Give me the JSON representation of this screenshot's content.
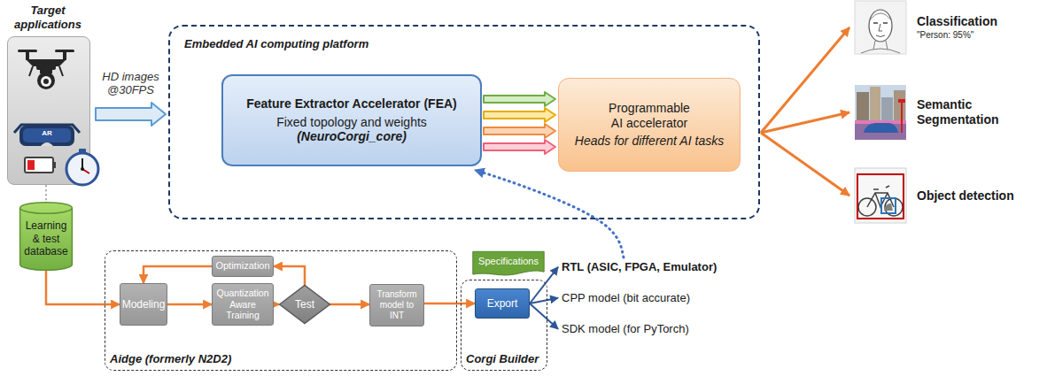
{
  "diagram": {
    "nodes": [
      {
        "text": [
          "Target applications"
        ]
      },
      {
        "text": [
          "Embedded AI computing platform"
        ]
      },
      {
        "text": [
          "Feature Extractor Accelerator (FEA)",
          "Fixed topology and weights",
          "(NeuroCorgi_core)"
        ],
        "in": 1
      },
      {
        "text": [
          "Programmable AI accelerator",
          "Heads for different AI tasks"
        ],
        "in": 1
      },
      {
        "text": [
          "Classification",
          "\"Person: 95%\""
        ]
      },
      {
        "text": [
          "Semantic Segmentation"
        ]
      },
      {
        "text": [
          "Object detection"
        ]
      },
      {
        "text": [
          "Learning & test database"
        ]
      },
      {
        "text": [
          "Aidge (formerly N2D2)"
        ]
      },
      {
        "text": [
          "Optimization"
        ],
        "in": 8
      },
      {
        "text": [
          "Modeling"
        ],
        "in": 8
      },
      {
        "text": [
          "Quantization Aware Training"
        ],
        "in": 8
      },
      {
        "text": [
          "Test"
        ],
        "in": 8
      },
      {
        "text": [
          "Transform model to INT"
        ],
        "in": 8
      },
      {
        "text": [
          "Specifications"
        ]
      },
      {
        "text": [
          "Corgi Builder"
        ]
      },
      {
        "text": [
          "Export"
        ],
        "in": 15
      },
      {
        "text": [
          "RTL (ASIC, FPGA, Emulator)"
        ]
      },
      {
        "text": [
          "CPP model (bit accurate)"
        ]
      },
      {
        "text": [
          "SDK model (for PyTorch)"
        ]
      }
    ],
    "edges": [
      {
        "from": 0,
        "to": 1,
        "label": "HD images @30FPS",
        "arrow": "to"
      },
      {
        "from": 2,
        "to": 3,
        "arrow": "to"
      },
      {
        "from": 2,
        "to": 3,
        "arrow": "to"
      },
      {
        "from": 2,
        "to": 3,
        "arrow": "to"
      },
      {
        "from": 2,
        "to": 3,
        "arrow": "to"
      },
      {
        "from": 1,
        "to": 4,
        "arrow": "to"
      },
      {
        "from": 1,
        "to": 5,
        "arrow": "to"
      },
      {
        "from": 1,
        "to": 6,
        "arrow": "to"
      },
      {
        "from": 0,
        "to": 7,
        "arrow": "none"
      },
      {
        "from": 7,
        "to": 10,
        "arrow": "to"
      },
      {
        "from": 10,
        "to": 11,
        "arrow": "to"
      },
      {
        "from": 11,
        "to": 12,
        "arrow": "to"
      },
      {
        "from": 12,
        "to": 9,
        "arrow": "to"
      },
      {
        "from": 9,
        "to": 10,
        "arrow": "to"
      },
      {
        "from": 12,
        "to": 13,
        "arrow": "to"
      },
      {
        "from": 13,
        "to": 16,
        "arrow": "to"
      },
      {
        "from": 16,
        "to": 17,
        "arrow": "to"
      },
      {
        "from": 16,
        "to": 18,
        "arrow": "to"
      },
      {
        "from": 16,
        "to": 19,
        "arrow": "to"
      },
      {
        "from": 17,
        "to": 2,
        "arrow": "to"
      }
    ],
    "labels": [
      "AR"
    ]
  }
}
